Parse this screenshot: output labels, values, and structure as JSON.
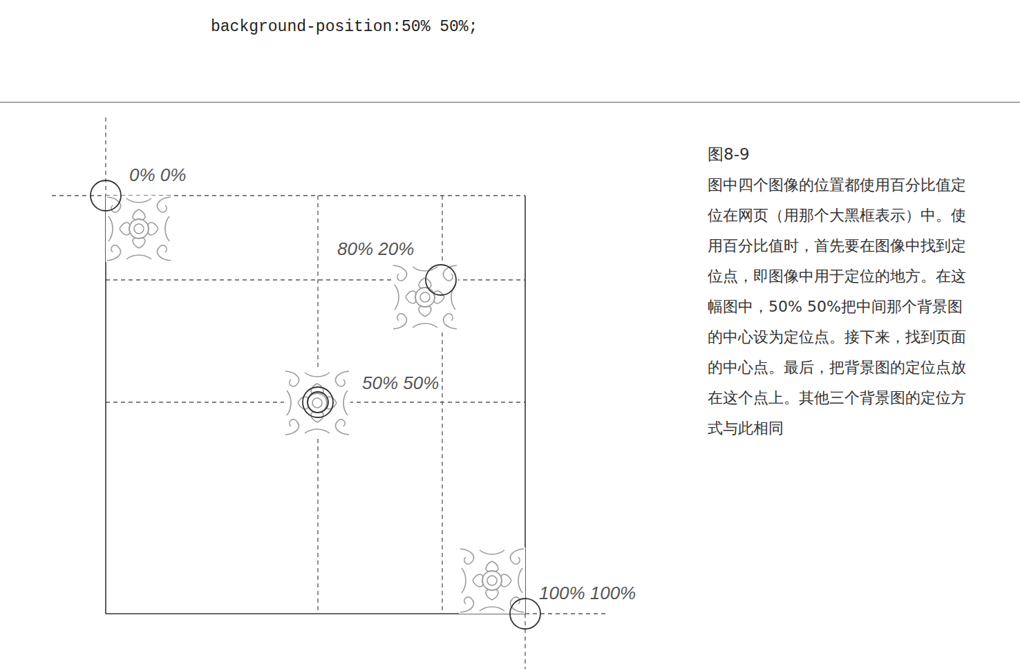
{
  "diagram": {
    "title": "图8-9",
    "caption": "图中四个图像的位置都使用百分比值定位在网页（用那个大黑框表示）中。使用百分比值时，首先要在图像中找到定位点，即图像中用于定位的地方。在这幅图中，50% 50%把中间那个背景图的中心设为定位点。接下来，找到页面的中心点。最后，把背景图的定位点放在这个点上。其他三个背景图的定位方式与此相同",
    "labels": [
      "background-position:50% 50%;",
      "0% 0%",
      "80% 20%",
      "50% 50%",
      "100% 100%"
    ]
  }
}
